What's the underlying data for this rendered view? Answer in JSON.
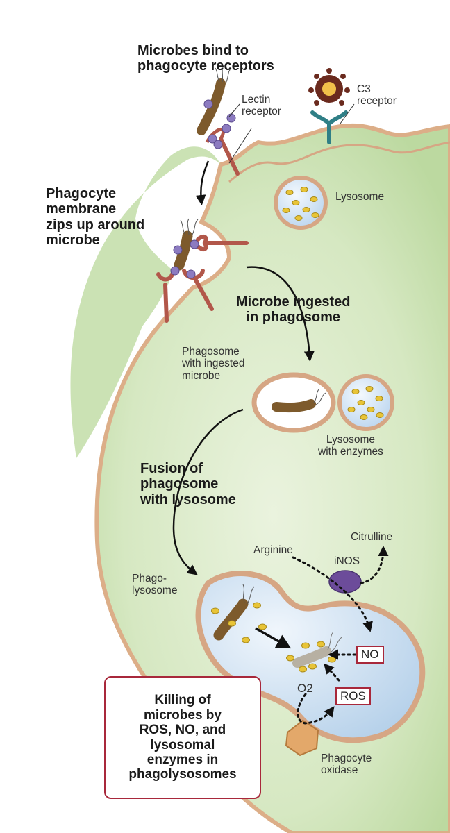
{
  "labels": {
    "bind": "Microbes bind to\nphagocyte receptors",
    "lectin": "Lectin\nreceptor",
    "c3": "C3\nreceptor",
    "lysosome_top": "Lysosome",
    "zips": "Phagocyte\nmembrane\nzips up around\nmicrobe",
    "ingested": "Microbe ingested\nin phagosome",
    "phagosome": "Phagosome\nwith ingested\nmicrobe",
    "lysosome_enzymes": "Lysosome\nwith enzymes",
    "fusion": "Fusion of\nphagosome\nwith lysosome",
    "citrulline": "Citrulline",
    "arginine": "Arginine",
    "inos": "iNOS",
    "phagolysosome": "Phago-\nlysosome",
    "no": "NO",
    "o2": "O2",
    "ros": "ROS",
    "oxidase": "Phagocyte\noxidase",
    "killing": "Killing of\nmicrobes by\nROS, NO, and\nlysosomal\nenzymes in\nphagolysosomes"
  },
  "colors": {
    "cell_fill": "#c7dfae",
    "membrane": "#d9a983",
    "receptor": "#b2574a",
    "microbe": "#7d5a2c",
    "granule": "#e8c437",
    "vesicle_fill": "#c9dff3",
    "inos": "#6c4c9a",
    "box_border": "#a8283b"
  }
}
